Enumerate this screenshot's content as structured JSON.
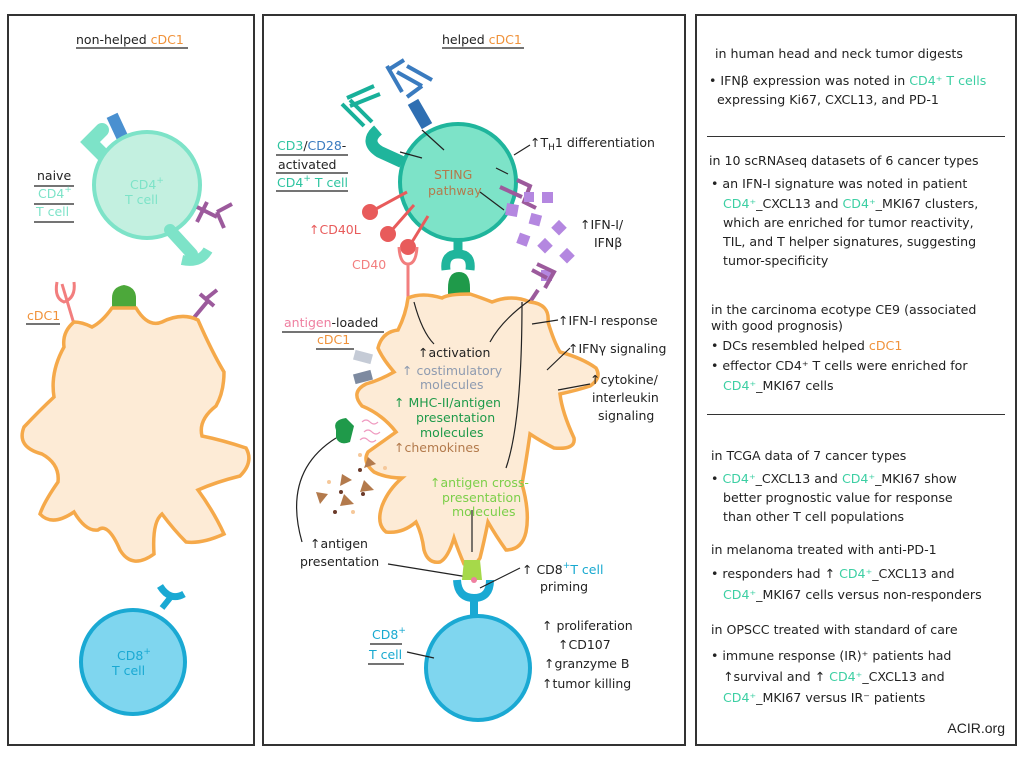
{
  "left_panel": {
    "title_prefix": "non-helped ",
    "title_accent": "cDC1",
    "naive_label": "naive",
    "cd4_label": "CD4",
    "cd4_sup": "+",
    "tcell_label": "T cell",
    "cd4_cell_text1": "CD4",
    "cd4_cell_sup": "+",
    "cd4_cell_text2": "T cell",
    "cdc1_label": "cDC1",
    "cd8_cell_text1": "CD8",
    "cd8_cell_sup": "+",
    "cd8_cell_text2": "T cell"
  },
  "middle_panel": {
    "title_prefix": "helped ",
    "title_accent": "cDC1",
    "activated_label": {
      "cd3": "CD3",
      "slash": "/",
      "cd28": "CD28",
      "dash": "-",
      "line2": "activated",
      "line3_a": "CD4",
      "line3_sup": "+",
      "line3_b": " T cell"
    },
    "sting_line1": "STING",
    "sting_line2": "pathway",
    "th1": "↑T",
    "th1_sub": "H",
    "th1_rest": "1 differentiation",
    "cd40l": "↑CD40L",
    "cd40": "CD40",
    "ifn_line1": "↑IFN-I/",
    "ifn_line2": "IFNβ",
    "antigen_loaded_a": "antigen",
    "antigen_loaded_b": "-loaded",
    "antigen_loaded_c": "cDC1",
    "ifn_response": "↑IFN-I response",
    "ifng_signaling": "↑IFNγ signaling",
    "cytokine_1": "↑cytokine/",
    "cytokine_2": "interleukin",
    "cytokine_3": "signaling",
    "activation": "↑activation",
    "costim_1": "↑ costimulatory",
    "costim_2": "molecules",
    "mhc_1": "↑ MHC-II/antigen",
    "mhc_2": "presentation",
    "mhc_3": "molecules",
    "chemokines": "↑chemokines",
    "cross_1": "↑antigen cross-",
    "cross_2": "presentation",
    "cross_3": "molecules",
    "antigen_pres_1": "↑antigen",
    "antigen_pres_2": "presentation",
    "cd8_priming_1": "↑ CD8",
    "cd8_priming_sup": "+",
    "cd8_priming_2": "T cell",
    "cd8_priming_3": "priming",
    "cd8_label_1": "CD8",
    "cd8_label_sup": "+",
    "cd8_label_2": "T cell",
    "effects": [
      "↑ proliferation",
      "↑CD107",
      "↑granzyme B",
      "↑tumor killing"
    ]
  },
  "right_panel": {
    "sections": [
      {
        "heading": "in human head and neck tumor digests",
        "bullets": [
          {
            "parts": [
              "• IFNβ expression was noted in ",
              {
                "accent": "CD4⁺ T cells"
              }
            ]
          },
          {
            "parts": [
              "  expressing Ki67, CXCL13, and PD-1"
            ]
          }
        ]
      },
      {
        "heading": "in 10 scRNAseq datasets of 6 cancer types",
        "lines": [
          "• an IFN-I signature was noted in patient",
          "CD4⁺_CXCL13 and CD4⁺_MKI67 clusters,",
          "which are enriched for tumor reactivity,",
          "TIL, and T helper signatures, suggesting",
          "tumor-specificity"
        ]
      },
      {
        "heading_1": "in the carcinoma ecotype CE9 (associated",
        "heading_2": "with good prognosis)",
        "lines": [
          "• DCs resembled helped cDC1",
          "• effector CD4⁺ T cells were enriched for",
          "CD4⁺_MKI67 cells"
        ]
      },
      {
        "heading": "in TCGA data of 7 cancer types",
        "lines": [
          "• CD4⁺_CXCL13 and CD4⁺_MKI67 show",
          "better prognostic value for response",
          "than other T cell populations"
        ]
      },
      {
        "heading": "in melanoma treated with anti-PD-1",
        "lines": [
          "• responders had ↑ CD4⁺_CXCL13 and",
          "CD4⁺_MKI67 cells versus non-responders"
        ]
      },
      {
        "heading": "in OPSCC treated with standard of care",
        "lines": [
          "• immune response (IR)⁺ patients had",
          "↑survival and ↑ CD4⁺_CXCL13 and",
          "CD4⁺_MKI67 versus IR⁻ patients"
        ]
      }
    ],
    "footer": "ACIR.org"
  },
  "colors": {
    "cd4_teal": "#7de3c8",
    "cd4_light": "#c3f0e0",
    "cdc1_orange": "#f5a94a",
    "cdc1_fill": "#fdebd6",
    "cd8_blue": "#1aa9d3",
    "cd8_fill": "#7fd6ef",
    "ifn_purple": "#b487e0",
    "cd40_red": "#e85b5b"
  }
}
